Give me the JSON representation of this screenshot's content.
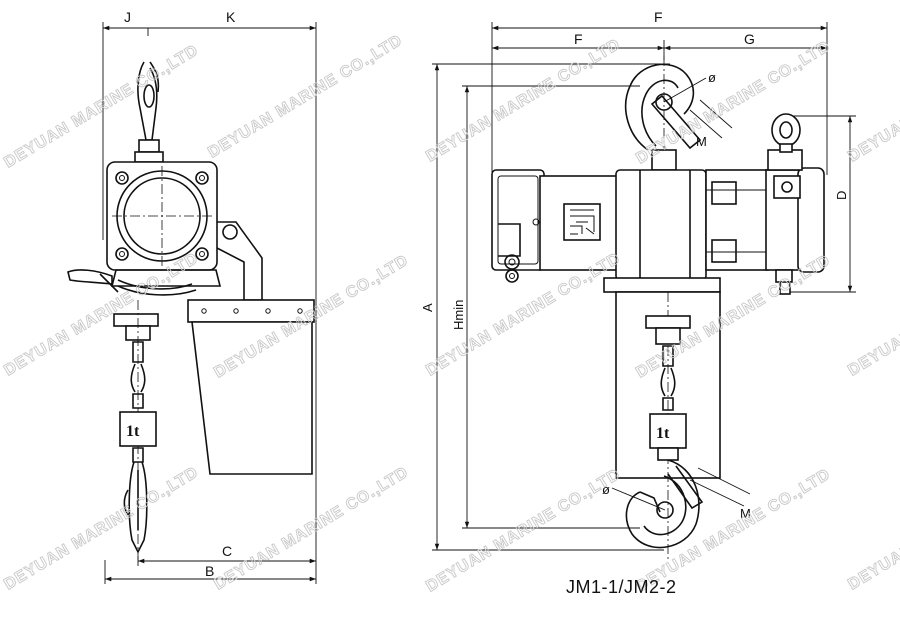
{
  "watermark": "DEYUAN MARINE CO.,LTD",
  "caption": "JM1-1/JM2-2",
  "side_view": {
    "dim_top_left": "J",
    "dim_top_right": "K",
    "dim_bottom_inner": "C",
    "dim_bottom_outer": "B",
    "load_tag": "1t"
  },
  "front_view": {
    "dim_total_width": "F",
    "dim_left_part": "F",
    "dim_right_part": "G",
    "dim_total_height": "A",
    "dim_hook_height": "Hmin",
    "dim_motor_height": "D",
    "hook_diameter_top": "ø",
    "hook_diameter_bottom": "ø",
    "hook_throat_top": "M",
    "hook_throat_bottom": "M",
    "load_tag": "1t"
  }
}
